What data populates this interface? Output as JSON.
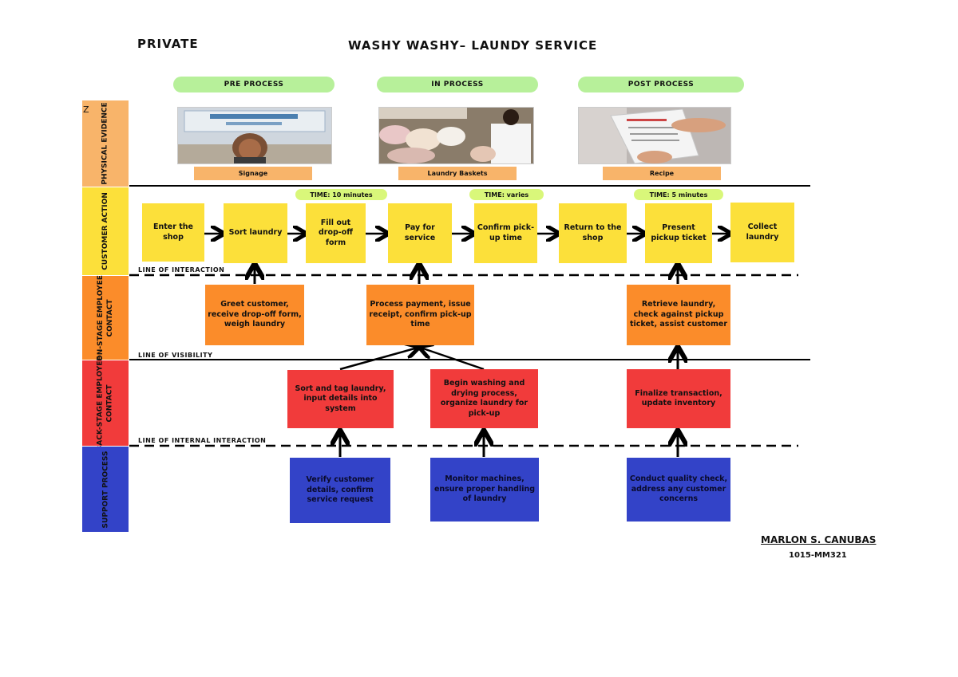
{
  "header": {
    "left": "PRIVATE",
    "center": "WASHY WASHY– LAUNDY SERVICE"
  },
  "phases": [
    "PRE PROCESS",
    "IN PROCESS",
    "POST PROCESS"
  ],
  "lanes": {
    "physical": "PHYSICAL EVIDENCE",
    "customer": "CUSTOMER ACTION",
    "onstage": "ON-STAGE EMPLOYEE\nCONTACT",
    "backstage": "BACK-STAGE EMPLOYEE\nCONTACT",
    "support": "SUPPORT PROCESS"
  },
  "stray_mark": "Z",
  "evidence": [
    "Signage",
    "Laundry Baskets",
    "Recipe"
  ],
  "times": [
    "TIME: 10 minutes",
    "TIME: varies",
    "TIME: 5 minutes"
  ],
  "customer_actions": [
    "Enter the shop",
    "Sort laundry",
    "Fill out drop-off form",
    "Pay for service",
    "Confirm pick-up time",
    "Return to the shop",
    "Present pickup ticket",
    "Collect laundry"
  ],
  "onstage": [
    "Greet customer, receive drop-off form, weigh laundry",
    "Process payment, issue receipt, confirm pick-up time",
    "Retrieve laundry, check against pickup ticket, assist customer"
  ],
  "backstage": [
    "Sort and tag laundry, input details into system",
    "Begin washing and drying process, organize laundry for pick-up",
    "Finalize transaction, update inventory"
  ],
  "support": [
    "Verify customer details, confirm service request",
    "Monitor machines, ensure proper handling of laundry",
    "Conduct quality check, address any customer concerns"
  ],
  "lines": {
    "interaction": "LINE OF INTERACTION",
    "visibility": "LINE OF VISIBILITY",
    "internal": "LINE OF INTERNAL INTERACTION"
  },
  "signature": {
    "name": "MARLON S. CANUBAS",
    "code": "1015-MM321"
  },
  "colors": {
    "green": "#b7f09a",
    "yellow": "#fce03a",
    "orange": "#fb8c2a",
    "red": "#f13b3b",
    "blue": "#3343c8",
    "peach": "#f8b46a"
  }
}
